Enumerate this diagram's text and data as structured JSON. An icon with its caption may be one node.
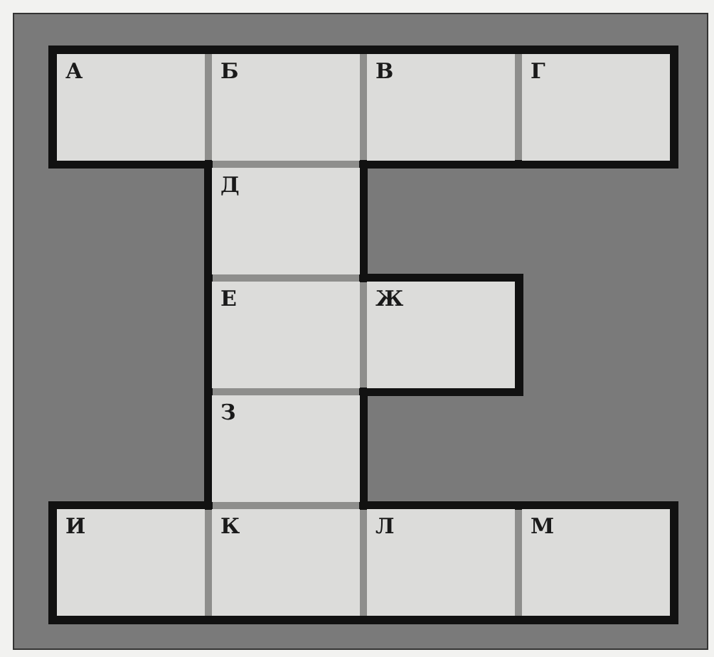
{
  "diagram": {
    "nodes": [
      {
        "text": [
          "А"
        ]
      },
      {
        "text": [
          "Б"
        ]
      },
      {
        "text": [
          "В"
        ]
      },
      {
        "text": [
          "Г"
        ]
      },
      {
        "text": [
          "Д"
        ]
      },
      {
        "text": [
          "Е"
        ]
      },
      {
        "text": [
          "Ж"
        ]
      },
      {
        "text": [
          "З"
        ]
      },
      {
        "text": [
          "И"
        ]
      },
      {
        "text": [
          "К"
        ]
      },
      {
        "text": [
          "Л"
        ]
      },
      {
        "text": [
          "М"
        ]
      }
    ]
  }
}
